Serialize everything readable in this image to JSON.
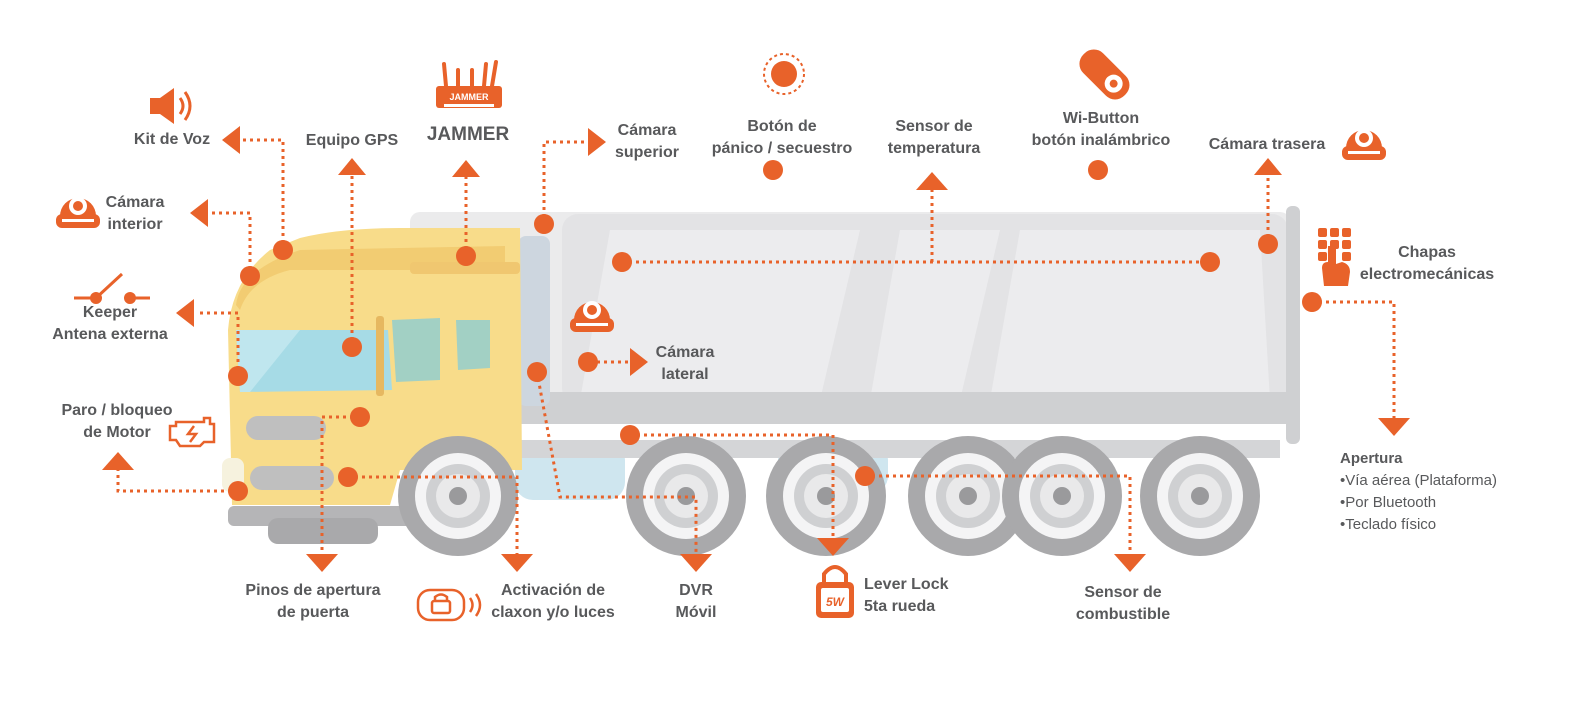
{
  "colors": {
    "accent": "#e8622a",
    "text": "#58595b",
    "truck_body": "#e6e6e8",
    "cab": "#f8dc8a",
    "wheel": "#a9a9ab",
    "glass": "#a6dbe6"
  },
  "icons": {
    "kit_de_voz": "speaker-icon",
    "camara_interior": "dome-camera-icon",
    "keeper": "switch-icon",
    "paro_motor": "engine-icon",
    "jammer": "jammer-router-icon",
    "boton_panico": "panic-button-icon",
    "wi_button": "wireless-button-icon",
    "camara_trasera": "dome-camera-icon",
    "chapas": "keypad-hand-icon",
    "camara_lateral": "dome-camera-icon",
    "activacion_claxon": "wireless-lock-icon",
    "lever_lock": "padlock-icon"
  },
  "labels": {
    "kit_de_voz": "Kit de Voz",
    "equipo_gps": "Equipo GPS",
    "jammer": "JAMMER",
    "jammer_badge": "JAMMER",
    "camara_superior": [
      "Cámara",
      "superior"
    ],
    "boton_panico": [
      "Botón de",
      "pánico / secuestro"
    ],
    "sensor_temperatura": [
      "Sensor de",
      "temperatura"
    ],
    "wi_button": [
      "Wi-Button",
      "botón inalámbrico"
    ],
    "camara_trasera": "Cámara trasera",
    "camara_interior": [
      "Cámara",
      "interior"
    ],
    "chapas": [
      "Chapas",
      "electromecánicas"
    ],
    "keeper": [
      "Keeper",
      "Antena externa"
    ],
    "camara_lateral": [
      "Cámara",
      "lateral"
    ],
    "paro_motor": [
      "Paro / bloqueo",
      "de Motor"
    ],
    "apertura": {
      "title": "Apertura",
      "items": [
        "•Vía aérea (Plataforma)",
        "•Por Bluetooth",
        "•Teclado físico"
      ]
    },
    "pinos_puerta": [
      "Pinos de apertura",
      "de puerta"
    ],
    "activacion_claxon": [
      "Activación de",
      "claxon y/o luces"
    ],
    "dvr_movil": [
      "DVR",
      "Móvil"
    ],
    "lever_lock": [
      "Lever Lock",
      "5ta rueda"
    ],
    "lever_lock_badge": "5W",
    "sensor_combustible": [
      "Sensor de",
      "combustible"
    ]
  }
}
